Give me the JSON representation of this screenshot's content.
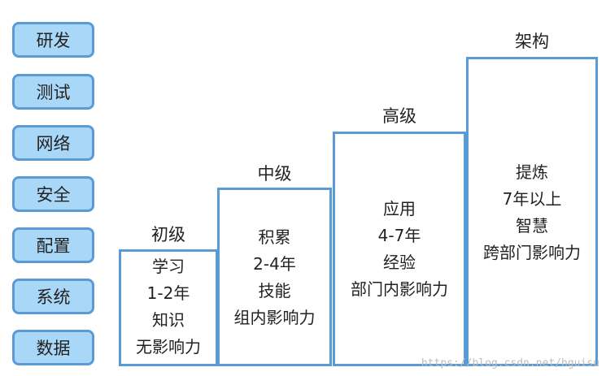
{
  "sidebar": {
    "items": [
      {
        "label": "研发"
      },
      {
        "label": "测试"
      },
      {
        "label": "网络"
      },
      {
        "label": "安全"
      },
      {
        "label": "配置"
      },
      {
        "label": "系统"
      },
      {
        "label": "数据"
      }
    ]
  },
  "levels": [
    {
      "title": "初级",
      "lines": [
        "学习",
        "1-2年",
        "知识",
        "无影响力"
      ]
    },
    {
      "title": "中级",
      "lines": [
        "积累",
        "2-4年",
        "技能",
        "组内影响力"
      ]
    },
    {
      "title": "高级",
      "lines": [
        "应用",
        "4-7年",
        "经验",
        "部门内影响力"
      ]
    },
    {
      "title": "架构",
      "lines": [
        "提炼",
        "7年以上",
        "智慧",
        "跨部门影响力"
      ]
    }
  ],
  "watermark": "https://blog.csdn.net/hguisu",
  "colors": {
    "button_fill": "#a9d7f7",
    "border": "#5b9bd5"
  }
}
